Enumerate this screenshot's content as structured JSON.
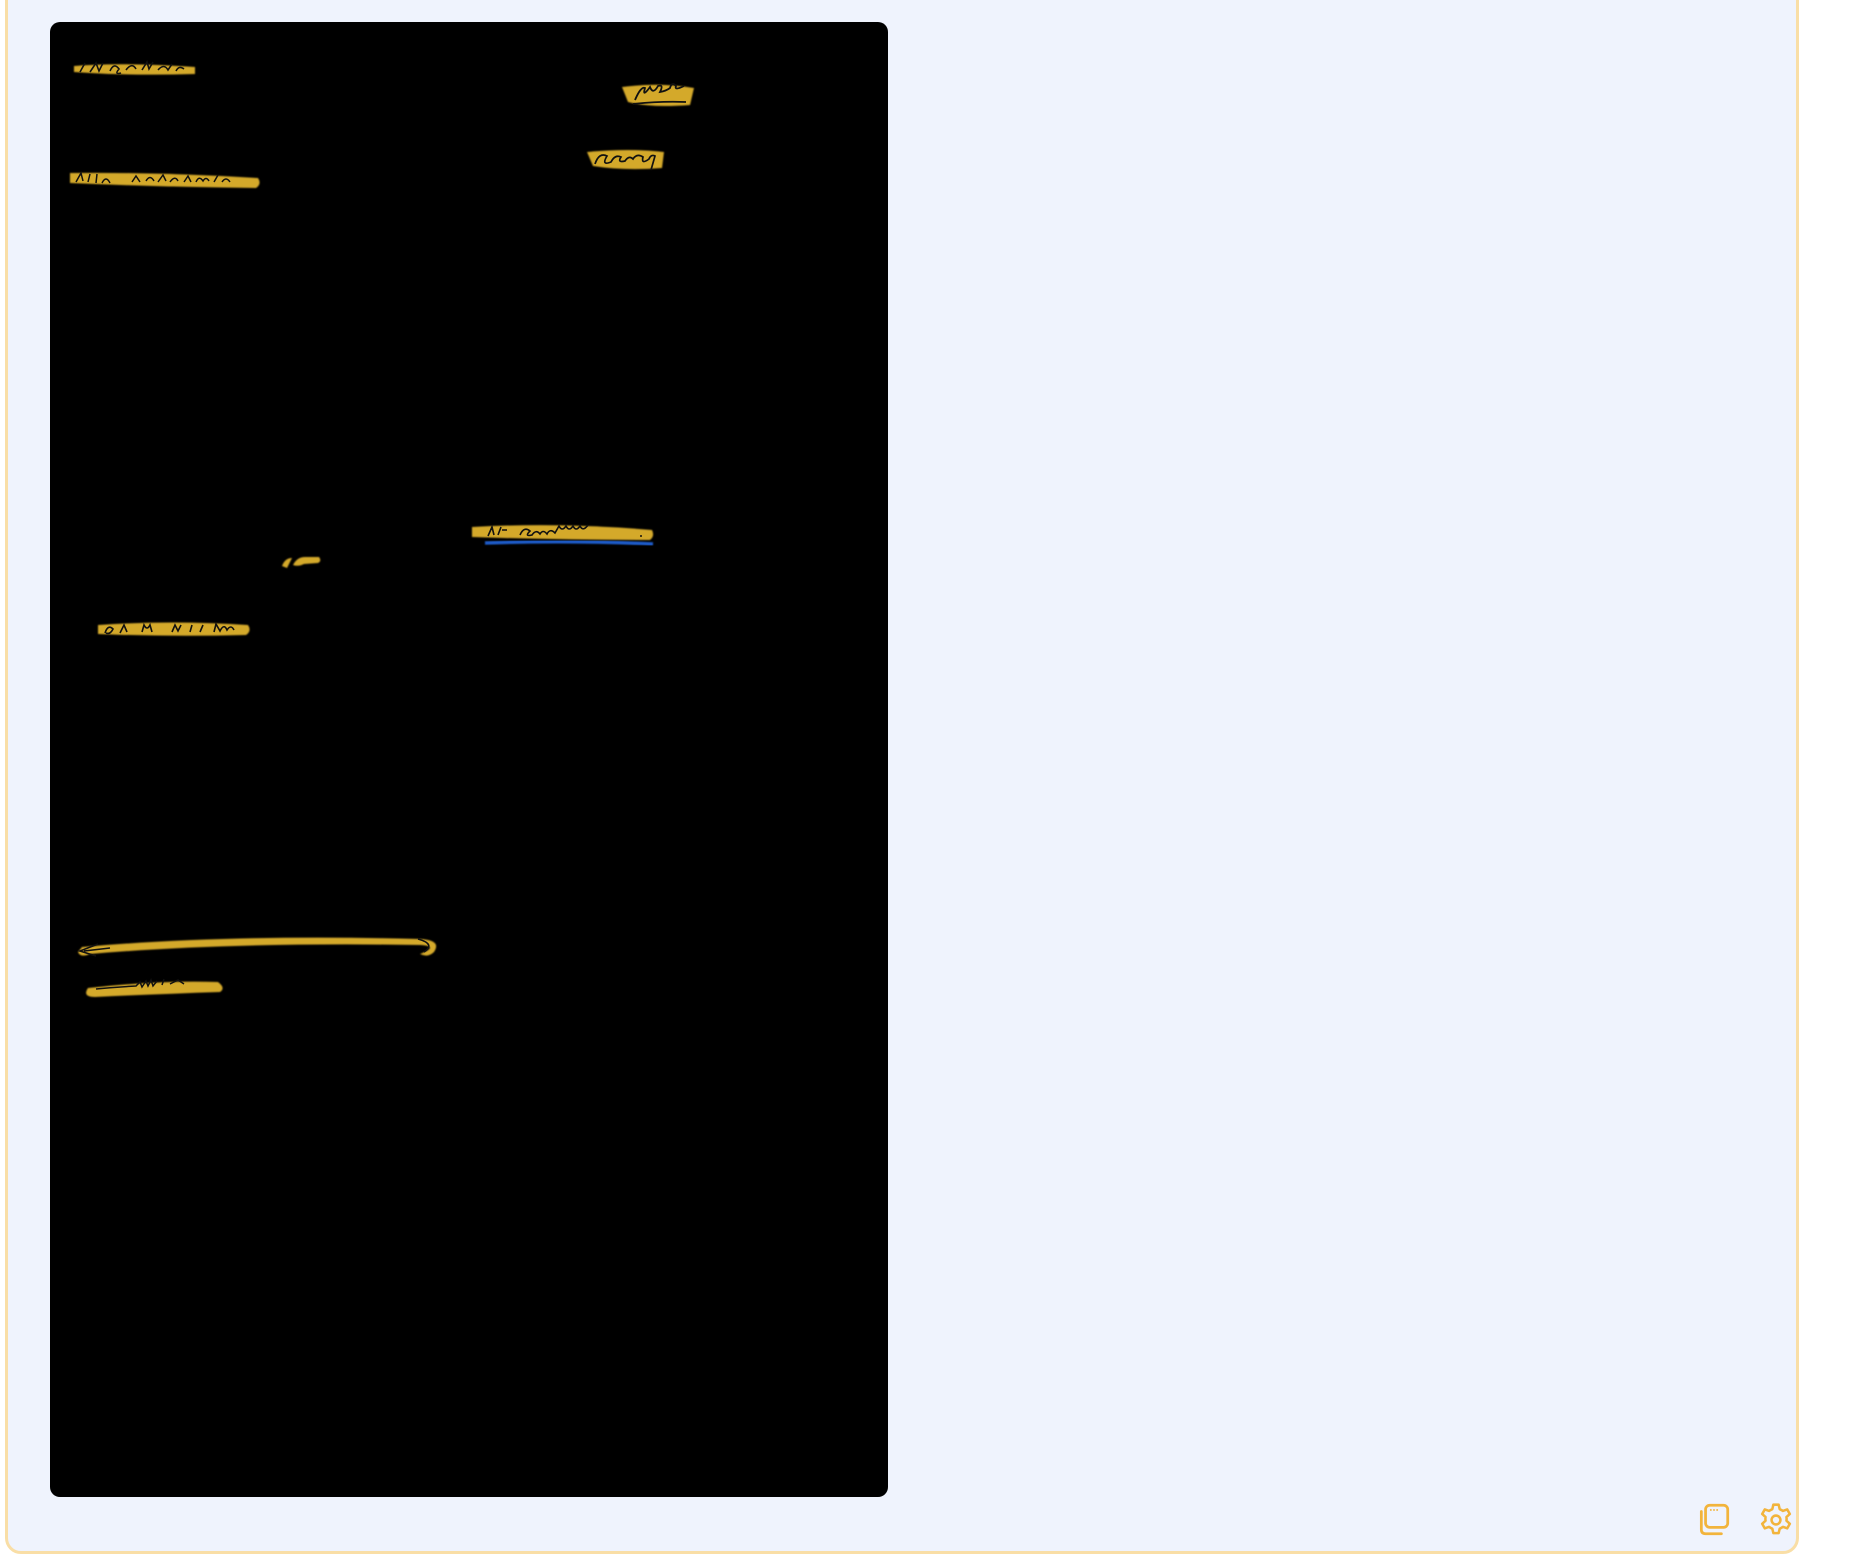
{
  "app": {
    "frame_border_color": "#f9dea6",
    "frame_background": "#eff3fd"
  },
  "canvas": {
    "background": "#000000",
    "highlight_color": "#d4a92a",
    "ink_color": "#111111",
    "underline_color": "#1f5bc9",
    "annotations": [
      {
        "id": "stroke-1",
        "label": "handwritten annotation (illegible)",
        "type": "highlighted-text"
      },
      {
        "id": "stroke-2",
        "label": "handwritten annotation (illegible)",
        "type": "highlighted-text"
      },
      {
        "id": "stroke-3",
        "label": "handwritten annotation (illegible)",
        "type": "highlighted-text"
      },
      {
        "id": "stroke-4",
        "label": "handwritten annotation (illegible)",
        "type": "highlighted-text"
      },
      {
        "id": "stroke-5",
        "label": "handwritten annotation (illegible), underlined in blue",
        "type": "highlighted-text"
      },
      {
        "id": "stroke-6",
        "label": "small mark",
        "type": "highlight-mark"
      },
      {
        "id": "stroke-7",
        "label": "handwritten annotation (illegible)",
        "type": "highlighted-text"
      },
      {
        "id": "stroke-8",
        "label": "double-headed arrow",
        "type": "arrow"
      },
      {
        "id": "stroke-9",
        "label": "handwritten annotation (illegible)",
        "type": "highlighted-text"
      }
    ]
  },
  "toolbar": {
    "icon_color": "#f2b43c",
    "buttons": [
      {
        "icon": "windows-stack-icon",
        "label": "Windows"
      },
      {
        "icon": "gear-icon",
        "label": "Settings"
      }
    ]
  }
}
